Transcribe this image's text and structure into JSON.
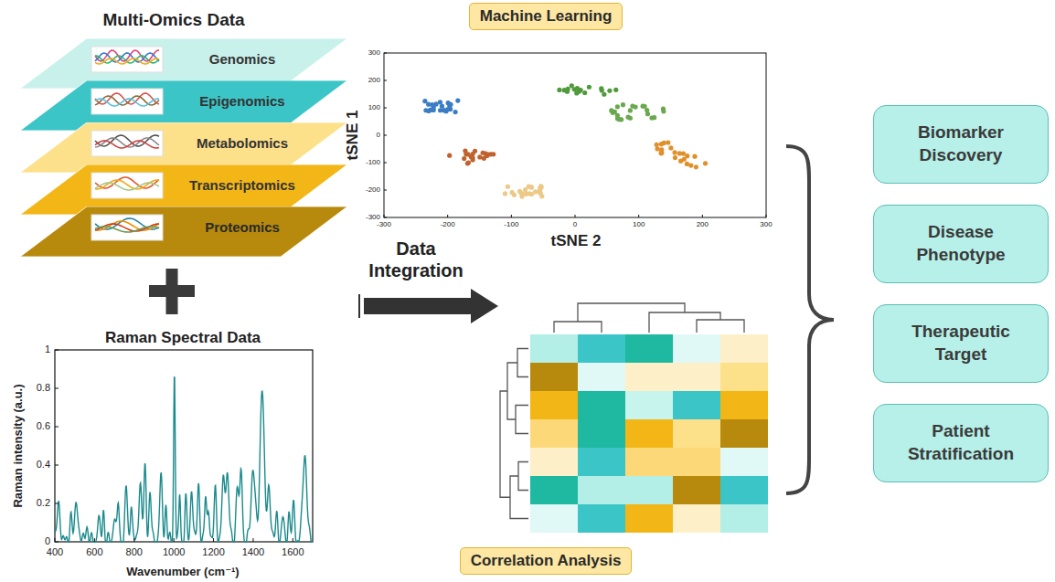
{
  "diagram": {
    "nodes": [
      {
        "text": [
          "Genomics"
        ]
      },
      {
        "text": [
          "Epigenomics"
        ]
      },
      {
        "text": [
          "Metabolomics"
        ]
      },
      {
        "text": [
          "Transcriptomics"
        ]
      },
      {
        "text": [
          "Proteomics"
        ]
      },
      {
        "text": [
          "Machine Learning"
        ]
      },
      {
        "text": [
          "Correlation Analysis"
        ]
      },
      {
        "text": [
          "Biomarker Discovery"
        ]
      },
      {
        "text": [
          "Disease Phenotype"
        ]
      },
      {
        "text": [
          "Therapeutic Target"
        ]
      },
      {
        "text": [
          "Patient Stratification"
        ]
      }
    ],
    "labels": [
      "Multi-Omics Data",
      "Raman Spectral Data",
      "Raman intensity (a.u.)",
      "0",
      "0.2",
      "0.4",
      "0.6",
      "0.8",
      "1",
      "400",
      "600",
      "800",
      "1000",
      "1200",
      "1400",
      "1600",
      "Wavenumber (cm⁻¹)",
      "Data Integration",
      "tSNE 1",
      "tSNE 2",
      "300",
      "200",
      "100",
      "0",
      "-100",
      "-200",
      "-300",
      "-300",
      "-200",
      "-100",
      "0",
      "100",
      "200",
      "300"
    ]
  }
}
